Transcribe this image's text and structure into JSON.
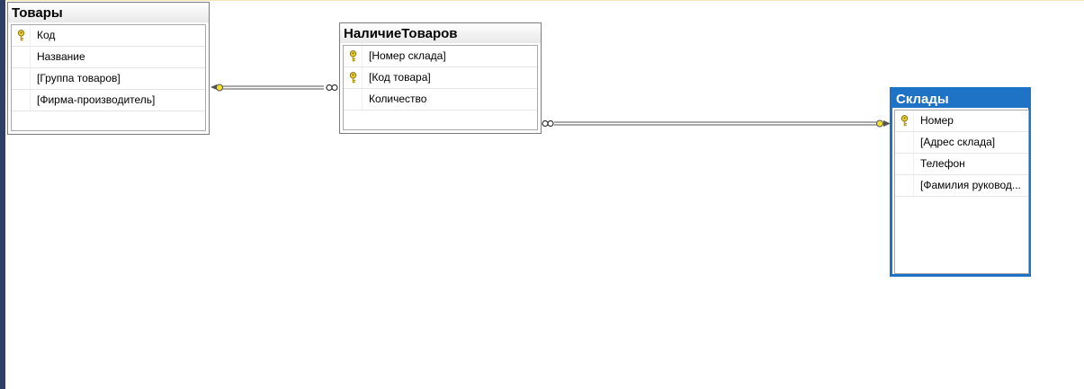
{
  "tables": {
    "tovary": {
      "name": "Товары",
      "columns": [
        {
          "name": "Код",
          "primary_key": true
        },
        {
          "name": "Название",
          "primary_key": false
        },
        {
          "name": "[Группа товаров]",
          "primary_key": false
        },
        {
          "name": "[Фирма-производитель]",
          "primary_key": false
        }
      ]
    },
    "nalichie": {
      "name": "НаличиеТоваров",
      "columns": [
        {
          "name": "[Номер склада]",
          "primary_key": true
        },
        {
          "name": "[Код товара]",
          "primary_key": true
        },
        {
          "name": "Количество",
          "primary_key": false
        }
      ]
    },
    "sklady": {
      "name": "Склады",
      "selected": true,
      "columns": [
        {
          "name": "Номер",
          "primary_key": true
        },
        {
          "name": "[Адрес склада]",
          "primary_key": false
        },
        {
          "name": "Телефон",
          "primary_key": false
        },
        {
          "name": "[Фамилия руковод...",
          "primary_key": false
        }
      ]
    }
  },
  "relationships": [
    {
      "from": "Товары",
      "to": "НаличиеТоваров",
      "one_end": "Товары",
      "many_end": "НаличиеТоваров"
    },
    {
      "from": "Склады",
      "to": "НаличиеТоваров",
      "one_end": "Склады",
      "many_end": "НаличиеТоваров"
    }
  ],
  "colors": {
    "selection_accent": "#1e73c6",
    "key_icon": "#e3c21a",
    "connector_line": "#555555"
  },
  "icons": {
    "primary_key": "key-icon"
  }
}
